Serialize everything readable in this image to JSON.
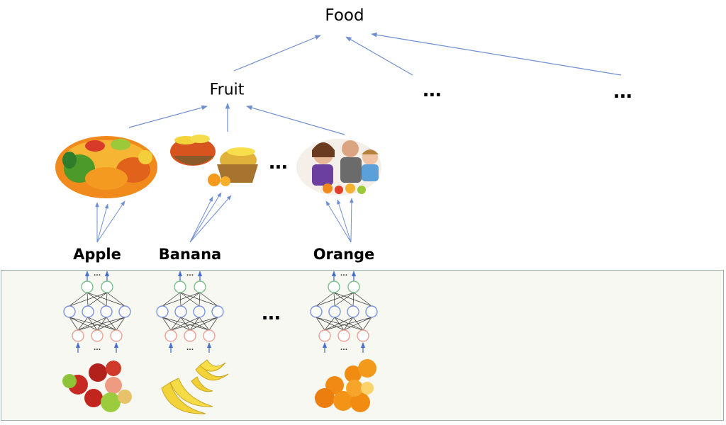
{
  "diagram": {
    "root": {
      "label": "Food"
    },
    "categories": [
      {
        "label": "Fruit"
      },
      {
        "label": "..."
      },
      {
        "label": "..."
      }
    ],
    "image_group_ellipsis": "...",
    "words": [
      {
        "label": "Apple"
      },
      {
        "label": "Banana"
      },
      {
        "label": "Orange"
      }
    ],
    "network_ellipsis": "...",
    "network_dots": "...",
    "colors": {
      "arrow": "#6f8fd0",
      "output_node": "#7cc08a",
      "hidden_node": "#7b94e3",
      "input_node": "#ef9f93",
      "network_edge": "#333333",
      "network_arrow": "#4a6fd0",
      "panel_bg": "#f6f8f1",
      "panel_border": "#9ab0a8"
    },
    "icons": [
      "fruit-market-stall-photo",
      "fruit-basket-photo",
      "family-eating-fruit-photo",
      "apples-photo",
      "bananas-photo",
      "oranges-photo"
    ]
  }
}
